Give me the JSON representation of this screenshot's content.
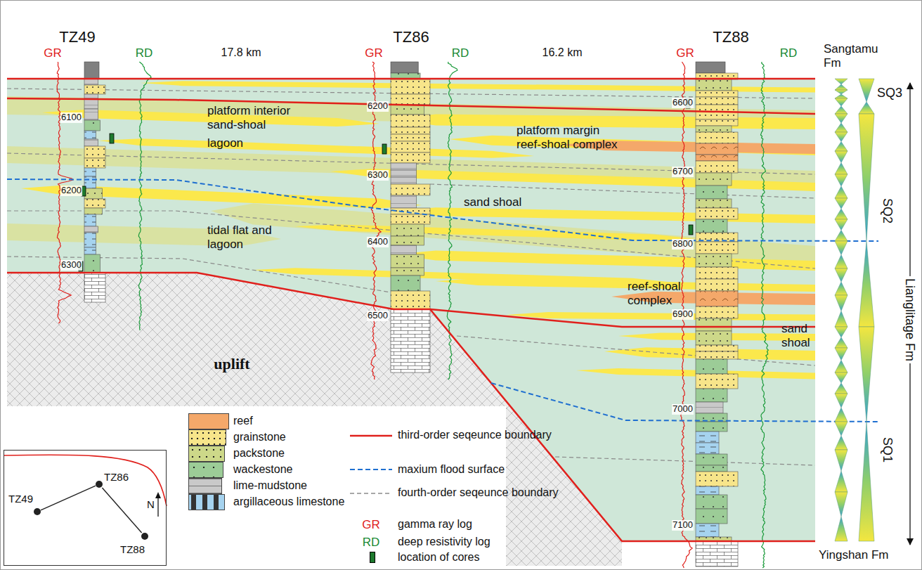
{
  "diagram": {
    "nodes": [
      {
        "text": [
          "N"
        ]
      },
      {
        "text": [
          "TZ49"
        ],
        "in": 0
      },
      {
        "text": [
          "TZ86"
        ],
        "in": 0
      },
      {
        "text": [
          "TZ88"
        ],
        "in": 0
      }
    ],
    "edges": [
      {
        "from": 1,
        "to": 2,
        "arrow": "none"
      },
      {
        "from": 2,
        "to": 3,
        "arrow": "none"
      }
    ],
    "labels": [
      "TZ49",
      "GR",
      "RD",
      "17.8 km",
      "TZ86",
      "GR",
      "RD",
      "16.2 km",
      "TZ88",
      "GR",
      "RD",
      "Sangtamu Fm",
      "6100",
      "6200",
      "6300",
      "platform interior sand-shoal",
      "lagoon",
      "tidal flat and lagoon",
      "6200",
      "6300",
      "6400",
      "6500",
      "platform margin reef-shoal complex",
      "sand shoal",
      "6600",
      "6700",
      "6800",
      "6900",
      "7000",
      "7100",
      "reef-shoal complex",
      "sand shoal",
      "uplift",
      "SQ3",
      "SQ2",
      "SQ1",
      "Lianglitage Fm",
      "Yingshan Fm",
      "GR",
      "RD"
    ],
    "legend": [
      {
        "text": "reef",
        "color": "#f4a86a"
      },
      {
        "text": "grainstone",
        "color": "#f7e58a"
      },
      {
        "text": "packstone",
        "color": "#cdd889"
      },
      {
        "text": "wackestone",
        "color": "#9ccc97"
      },
      {
        "text": "lime-mudstone",
        "color": "#c9c9c9"
      },
      {
        "text": "argillaceous limestone",
        "color": "#a6d3ef"
      },
      {
        "text": "third-order seqeunce boundary"
      },
      {
        "text": "maxium flood surface"
      },
      {
        "text": "fourth-order seqeunce boundary"
      },
      {
        "text": "gamma ray log"
      },
      {
        "text": "deep resistivity log"
      },
      {
        "text": "location of cores",
        "color": "#1e7a2e"
      }
    ]
  }
}
